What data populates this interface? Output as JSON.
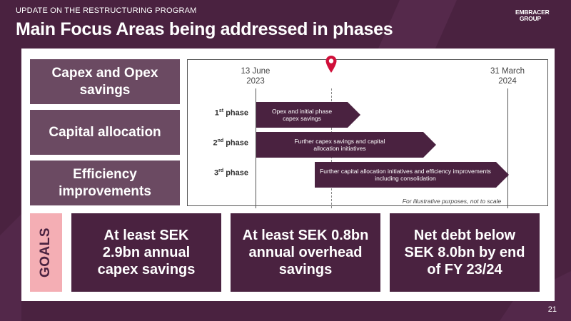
{
  "header": {
    "kicker": "UPDATE ON THE RESTRUCTURING PROGRAM",
    "title": "Main Focus Areas being addressed in phases",
    "logo_line1": "EMBRACER",
    "logo_line2": "GROUP"
  },
  "focus_areas": [
    {
      "label": "Capex and Opex savings"
    },
    {
      "label": "Capital allocation"
    },
    {
      "label": "Efficiency improvements"
    }
  ],
  "timeline": {
    "start_date": "13 June",
    "start_year": "2023",
    "end_date": "31 March",
    "end_year": "2024",
    "phases": [
      {
        "num": "1",
        "suffix": "st",
        "label": "phase",
        "text": "Opex and initial phase capex savings"
      },
      {
        "num": "2",
        "suffix": "nd",
        "label": "phase",
        "text": "Further capex savings and capital allocation initiatives"
      },
      {
        "num": "3",
        "suffix": "rd",
        "label": "phase",
        "text": "Further capital allocation initiatives and efficiency improvements including consolidation"
      }
    ],
    "footnote": "For illustrative purposes, not to scale"
  },
  "goals": {
    "label": "GOALS",
    "items": [
      {
        "text": "At least SEK 2.9bn annual capex savings"
      },
      {
        "text": "At least SEK 0.8bn annual overhead savings"
      },
      {
        "text": "Net debt below SEK 8.0bn by end of FY 23/24"
      }
    ]
  },
  "colors": {
    "background": "#4a2240",
    "area_box": "#6b4a62",
    "goals_tab": "#f4aeb4",
    "marker": "#d0103a"
  },
  "page_number": "21"
}
